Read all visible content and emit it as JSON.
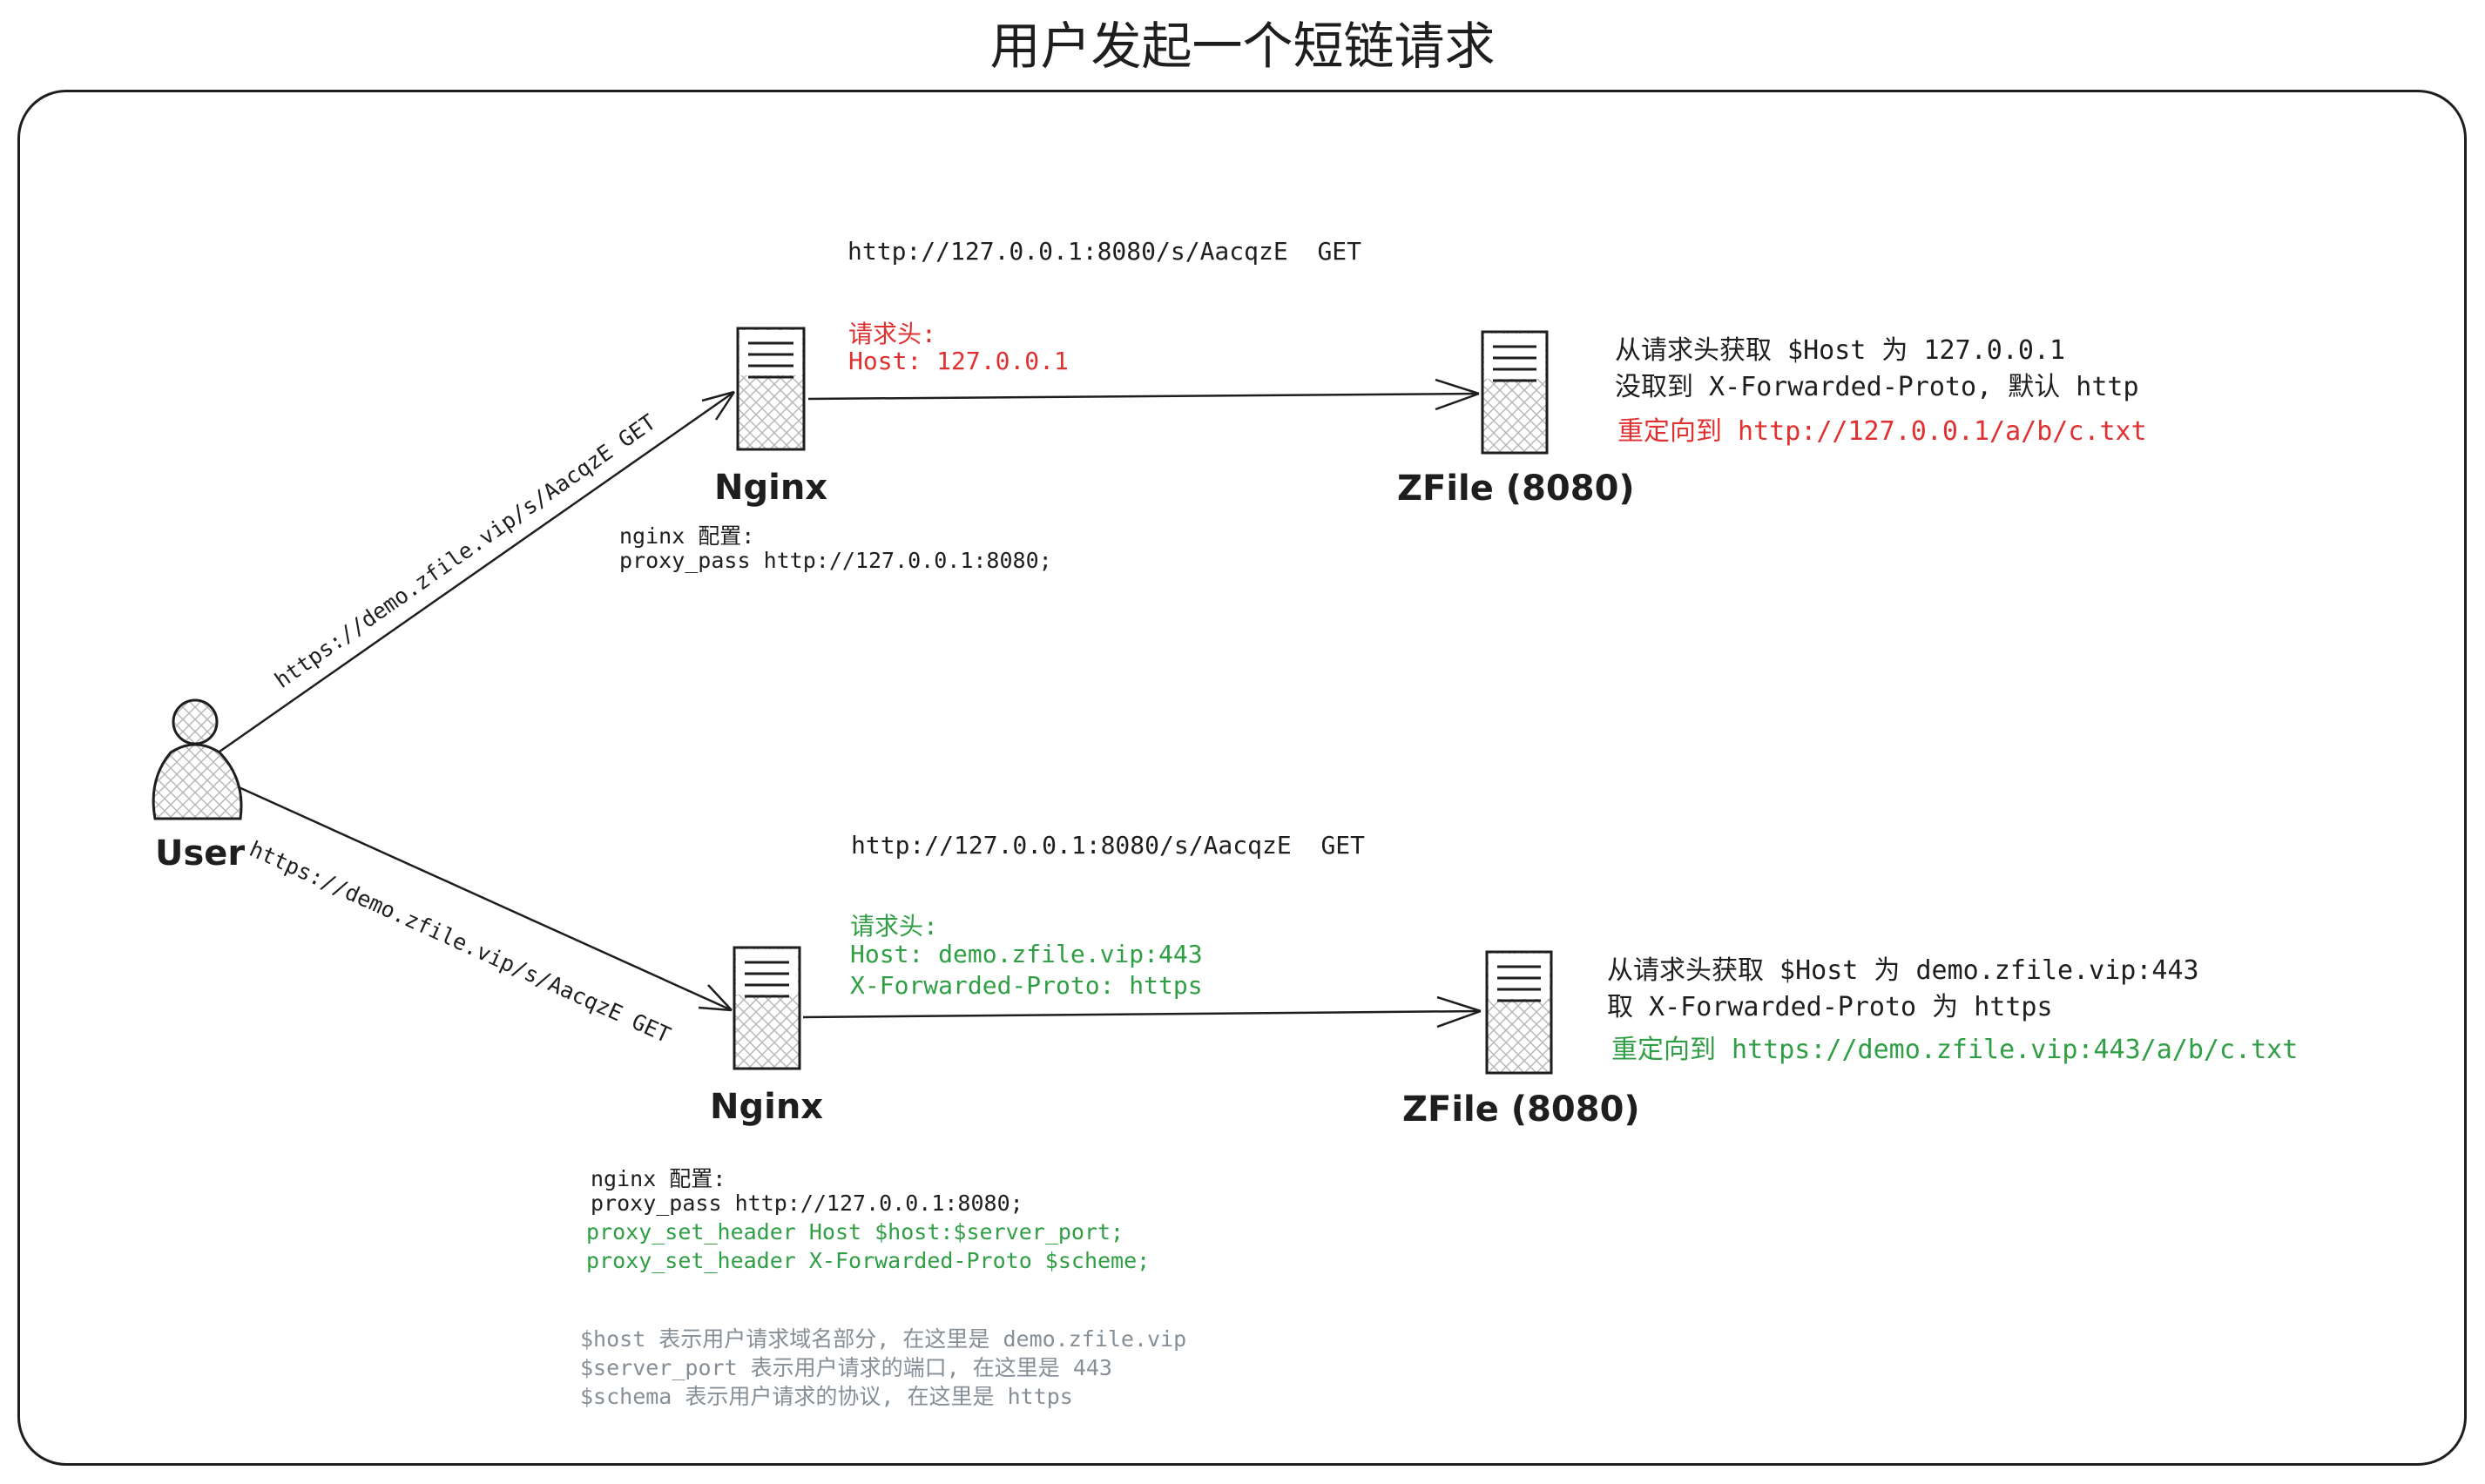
{
  "title": "用户发起一个短链请求",
  "user": {
    "label": "User"
  },
  "top": {
    "user_request": "https://demo.zfile.vip/s/AacqzE GET",
    "nginx_label": "Nginx",
    "nginx_config": [
      "nginx 配置:",
      "proxy_pass http://127.0.0.1:8080;"
    ],
    "upstream_request": "http://127.0.0.1:8080/s/AacqzE  GET",
    "headers": [
      "请求头:",
      "Host: 127.0.0.1"
    ],
    "zfile_label": "ZFile (8080)",
    "zfile_notes": [
      "从请求头获取 $Host 为 127.0.0.1",
      "没取到 X-Forwarded-Proto, 默认 http"
    ],
    "redirect": "重定向到 http://127.0.0.1/a/b/c.txt"
  },
  "bottom": {
    "user_request": "https://demo.zfile.vip/s/AacqzE GET",
    "nginx_label": "Nginx",
    "nginx_config": [
      "nginx 配置:",
      "proxy_pass http://127.0.0.1:8080;"
    ],
    "nginx_config_extra": [
      "proxy_set_header Host $host:$server_port;",
      "proxy_set_header X-Forwarded-Proto $scheme;"
    ],
    "upstream_request": "http://127.0.0.1:8080/s/AacqzE  GET",
    "headers": [
      "请求头:",
      "Host: demo.zfile.vip:443",
      "X-Forwarded-Proto: https"
    ],
    "zfile_label": "ZFile (8080)",
    "zfile_notes": [
      "从请求头获取 $Host 为 demo.zfile.vip:443",
      "取 X-Forwarded-Proto 为 https"
    ],
    "redirect": "重定向到 https://demo.zfile.vip:443/a/b/c.txt",
    "variable_notes": [
      "$host 表示用户请求域名部分, 在这里是 demo.zfile.vip",
      "$server_port 表示用户请求的端口, 在这里是 443",
      "$schema 表示用户请求的协议, 在这里是 https"
    ]
  },
  "colors": {
    "stroke": "#1e1e1e",
    "red": "#e03131",
    "green": "#2f9e44",
    "gray": "#868e96"
  },
  "icons": {
    "user": "user-icon",
    "server": "server-icon",
    "arrow": "arrow-icon"
  }
}
